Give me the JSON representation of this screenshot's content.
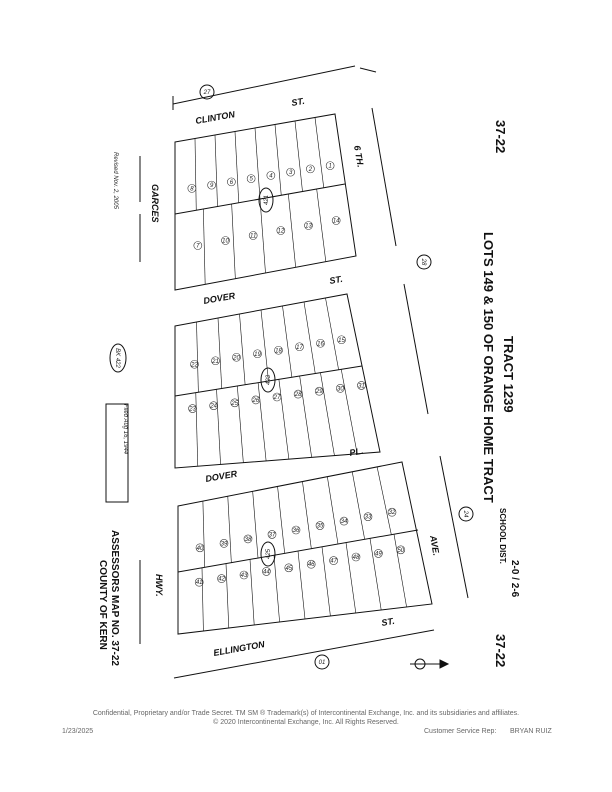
{
  "map": {
    "map_number_top": "37-22",
    "map_number_bottom": "37-22",
    "tract_title": "TRACT 1239",
    "tract_subtitle": "LOTS 149 & 150 OF ORANGE HOME TRACT",
    "school_dist": "SCHOOL DIST.",
    "school_values": "2-0 / 2-6",
    "assessors_map": "ASSESSORS MAP NO. 37-22",
    "county": "COUNTY OF KERN",
    "revised": "Revised Nov. 2, 2005",
    "filed": "Filed Aug 16, 1944",
    "book": "BK 422",
    "streets": {
      "clinton": "CLINTON",
      "clinton_st": "ST.",
      "dover1": "DOVER",
      "dover1_st": "ST.",
      "dover2": "DOVER",
      "dover2_pl": "PL.",
      "ellington": "ELLINGTON",
      "ellington_st": "ST.",
      "garces": "GARCES",
      "hwy": "HWY.",
      "ave": "AVE.",
      "sixth": "6 TH."
    },
    "circles": {
      "c27": "27",
      "c28": "28",
      "c24": "24",
      "c01": "01"
    },
    "block_labels": [
      "421",
      "423",
      "425"
    ],
    "block_lots": [
      {
        "row": "top",
        "lots": [
          "8",
          "9",
          "6",
          "5",
          "4",
          "3",
          "2",
          "1"
        ]
      },
      {
        "row": "upper",
        "lots": [
          "7",
          "10",
          "11",
          "12",
          "13",
          "14"
        ]
      },
      {
        "row": "mid_top",
        "lots": [
          "22",
          "21",
          "20",
          "19",
          "18",
          "17",
          "16",
          "15"
        ]
      },
      {
        "row": "mid_low",
        "lots": [
          "23",
          "24",
          "25",
          "26",
          "27",
          "28",
          "29",
          "30",
          "31"
        ]
      },
      {
        "row": "low_top",
        "lots": [
          "40",
          "39",
          "38",
          "37",
          "36",
          "35",
          "34",
          "33",
          "32"
        ]
      },
      {
        "row": "bottom",
        "lots": [
          "41",
          "42",
          "43",
          "44",
          "45",
          "46",
          "47",
          "48",
          "49",
          "50"
        ]
      }
    ]
  },
  "footer": {
    "confidential": "Confidential, Proprietary and/or Trade Secret. TM SM ® Trademark(s) of Intercontinental Exchange, Inc. and its subsidiaries and affiliates.",
    "copyright": "© 2020  Intercontinental Exchange, Inc. All Rights Reserved.",
    "date": "1/23/2025",
    "rep_label": "Customer Service Rep:",
    "rep_name": "BRYAN RUIZ"
  }
}
